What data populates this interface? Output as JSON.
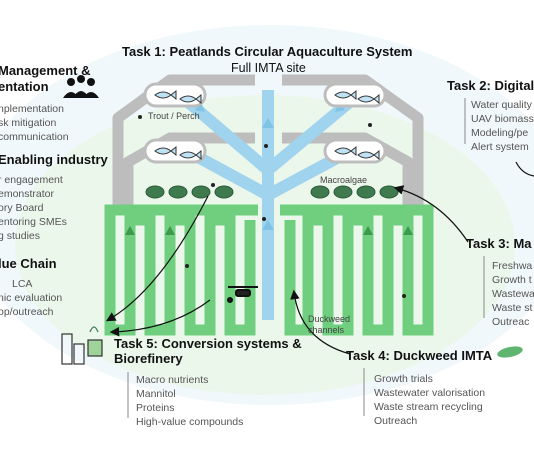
{
  "title": {
    "line1": "Task 1: Peatlands Circular Aquaculture System",
    "line2": "Full IMTA site"
  },
  "labels": {
    "trout_perch": "Trout / Perch",
    "macroalgae": "Macroalgae",
    "duckweed_channels_1": "Duckweed",
    "duckweed_channels_2": "channels"
  },
  "task_management": {
    "heading_1": "Management &",
    "heading_2": "entation",
    "items": [
      "nplementation",
      "sk mitigation",
      "communication"
    ]
  },
  "task_enabling": {
    "heading": "Enabling industry",
    "items": [
      "r engagement",
      "emonstrator",
      "ory Board",
      "entoring SMEs",
      "g studies"
    ]
  },
  "task_value_chain": {
    "heading": "lue Chain",
    "items": [
      "LCA",
      "nic evaluation",
      "op/outreach"
    ]
  },
  "task_digital": {
    "heading": "Task 2: Digital",
    "items": [
      "Water quality",
      "UAV biomass",
      "Modeling/pe",
      "Alert system"
    ]
  },
  "task_macroalgae": {
    "heading": "Task 3: Ma",
    "items": [
      "Freshwa",
      "Growth t",
      "Wastewa",
      "Waste st",
      "Outreac"
    ]
  },
  "task_duckweed": {
    "heading": "Task 4: Duckweed IMTA",
    "items": [
      "Growth trials",
      "Wastewater valorisation",
      "Waste stream recycling",
      "Outreach"
    ]
  },
  "task_conversion": {
    "heading_1": "Task 5: Conversion systems  &",
    "heading_2": "Biorefinery",
    "items": [
      "Macro nutrients",
      "Mannitol",
      "Proteins",
      "High-value compounds"
    ]
  },
  "icons": [
    "fish-icon",
    "sensor-icon",
    "drone-icon",
    "people-icon",
    "macroalgae-icon",
    "duckweed-leaf-icon",
    "biorefinery-icon"
  ],
  "colors": {
    "water_blue": "#9fd3ee",
    "grey_pipe": "#bdbdbd",
    "duckweed_green": "#6fcf7f",
    "algae_dark": "#3f7a4e",
    "ellipse_bg": "#eef6ee"
  }
}
